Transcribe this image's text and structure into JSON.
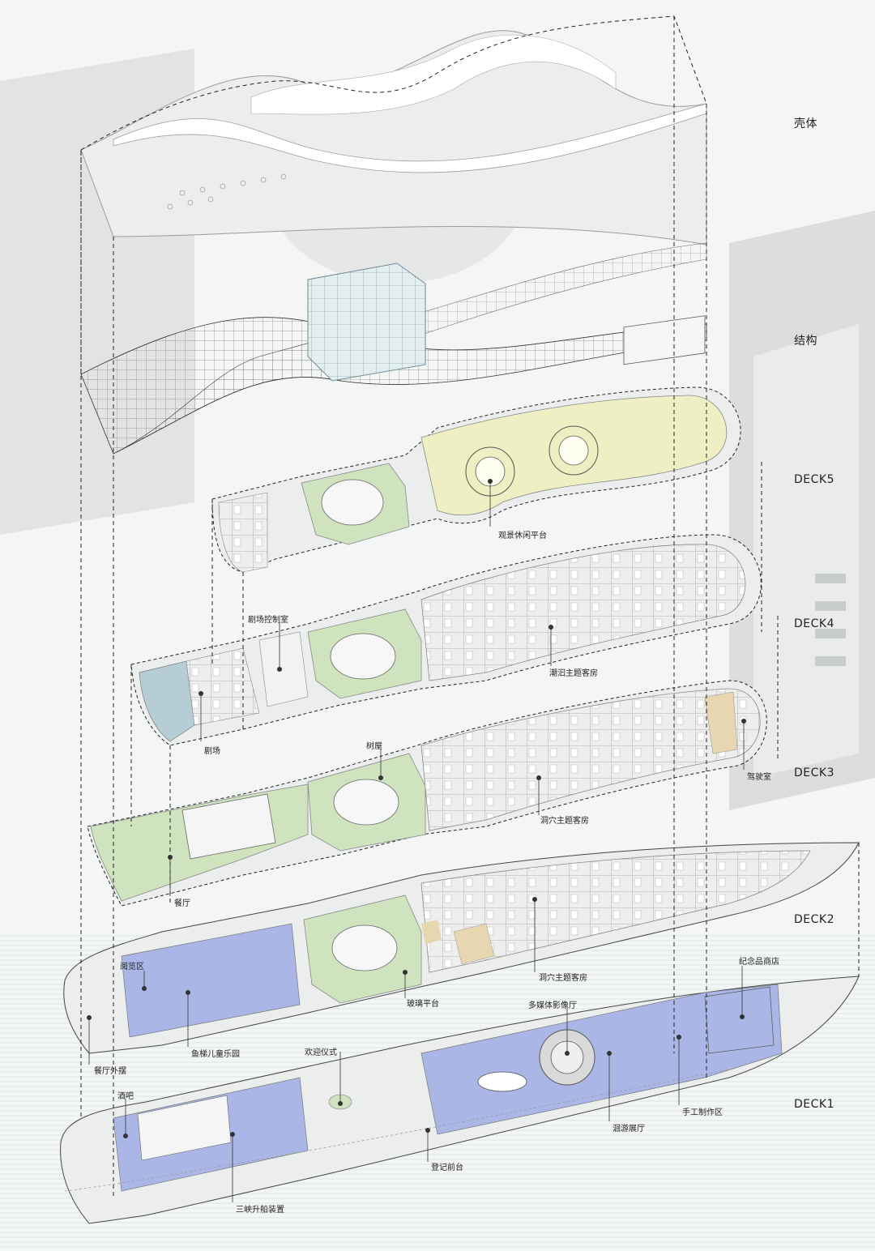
{
  "layers": [
    {
      "id": "shell",
      "label": "壳体"
    },
    {
      "id": "structure",
      "label": "结构"
    },
    {
      "id": "deck5",
      "label": "DECK5"
    },
    {
      "id": "deck4",
      "label": "DECK4"
    },
    {
      "id": "deck3",
      "label": "DECK3"
    },
    {
      "id": "deck2",
      "label": "DECK2"
    },
    {
      "id": "deck1",
      "label": "DECK1"
    }
  ],
  "callouts": {
    "deck5": [
      "观景休闲平台"
    ],
    "deck4": [
      "剧场控制室",
      "剧场",
      "潮汩主题客房"
    ],
    "deck3": [
      "树屋",
      "驾驶室",
      "洞穴主题客房",
      "餐厅"
    ],
    "deck2": [
      "阅览区",
      "洞穴主题客房",
      "玻璃平台",
      "鱼梯儿童乐园",
      "餐厅外摆",
      "纪念品商店",
      "多媒体影像厅"
    ],
    "deck1": [
      "欢迎仪式",
      "酒吧",
      "登记前台",
      "洄游展厅",
      "手工制作区",
      "三峡升船装置"
    ]
  },
  "colors": {
    "background": "#f4f5f5",
    "water": "#e4ecef",
    "green_zone": "#cfe3bf",
    "yellow_zone": "#eef0c4",
    "blue_zone": "#a9b6e6",
    "tan_zone": "#e6d7b0",
    "grid_line": "#6f8c92",
    "dashed_line": "#222222"
  }
}
